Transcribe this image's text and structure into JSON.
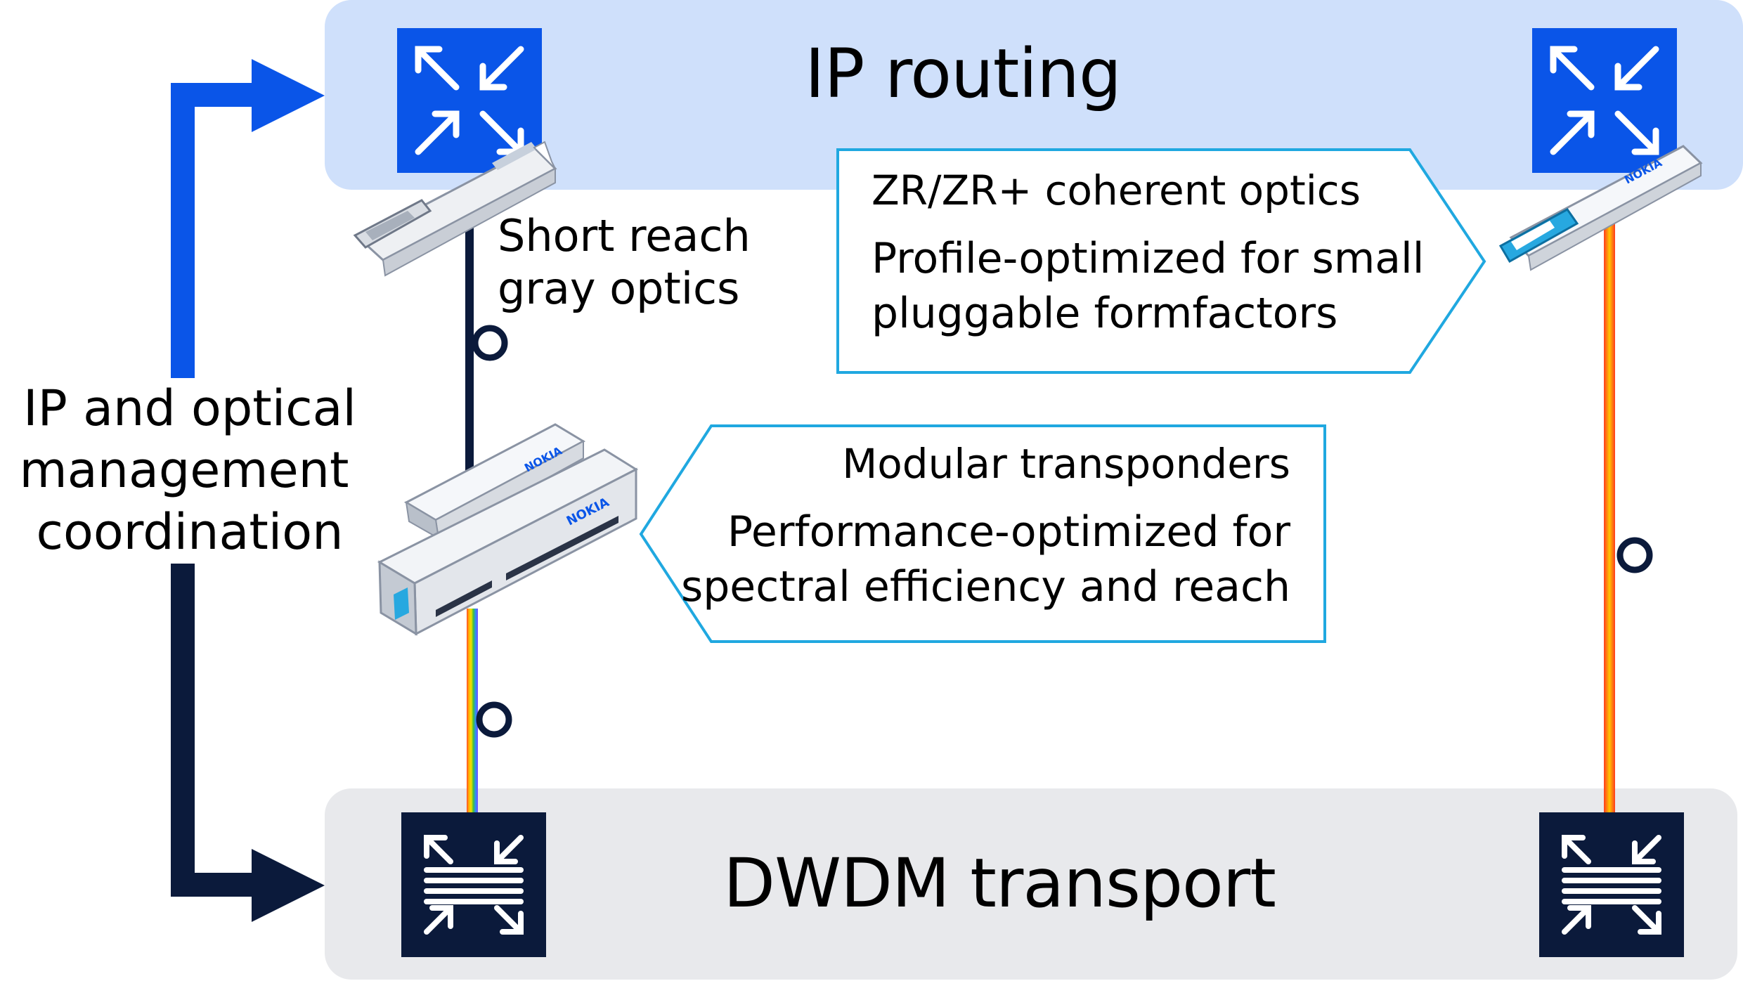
{
  "bands": {
    "ip_routing": "IP routing",
    "dwdm_transport": "DWDM transport"
  },
  "management": {
    "lines": [
      "IP and optical",
      "management",
      "coordination"
    ]
  },
  "short_reach": {
    "lines": [
      "Short reach",
      "gray optics"
    ]
  },
  "zr_callout": {
    "title": "ZR/ZR+ coherent optics",
    "lines": [
      "Profile-optimized for small",
      "pluggable formfactors"
    ]
  },
  "modular_callout": {
    "title": "Modular transponders",
    "lines": [
      "Performance-optimized for",
      "spectral efficiency and reach"
    ]
  },
  "device_brand": "NOKIA",
  "colors": {
    "ip_band": "#cfe0fb",
    "dwdm_band": "#e8e9ec",
    "router_blue": "#0a55e8",
    "navy": "#0b1a3b",
    "callout_border": "#20a8e0",
    "zr_accent": "#27a8e0"
  },
  "icons": {
    "router": "router-icon",
    "dwdm": "dwdm-node-icon"
  }
}
